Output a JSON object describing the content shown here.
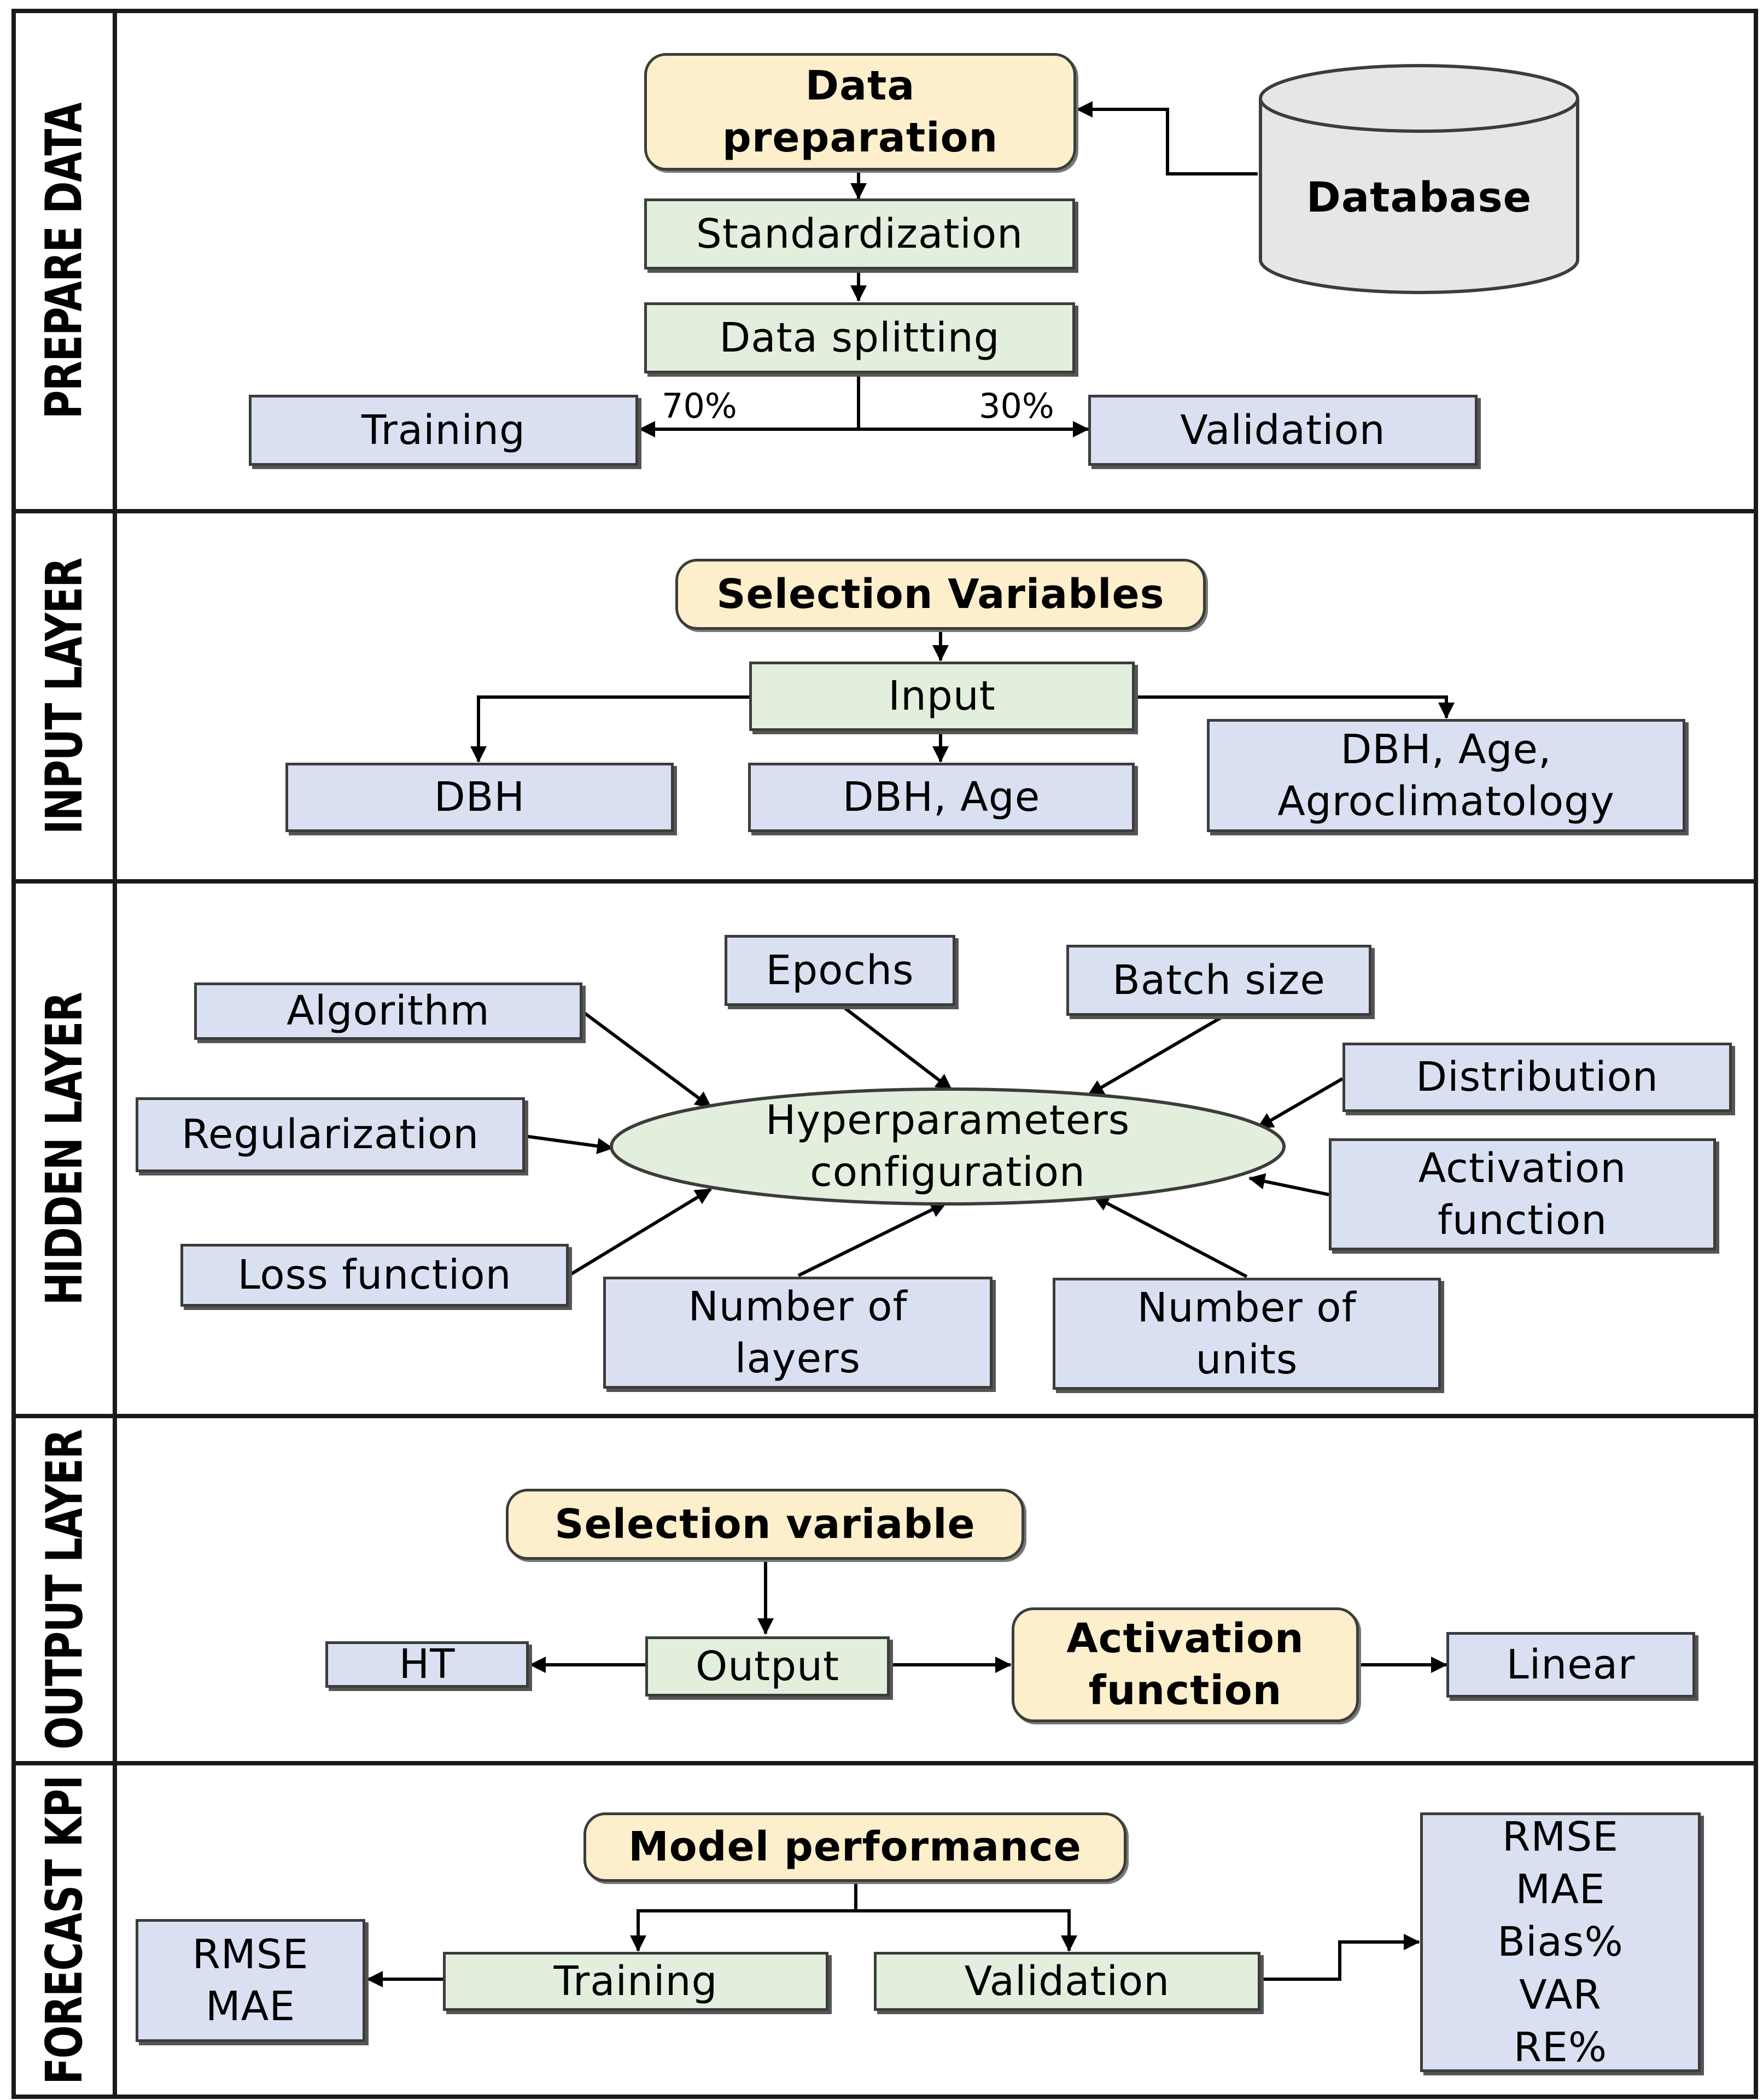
{
  "sections": {
    "prepare_data": "PREPARE DATA",
    "input_layer": "INPUT LAYER",
    "hidden_layer": "HIDDEN LAYER",
    "output_layer": "OUTPUT LAYER",
    "forecast_kpi": "FORECAST KPI"
  },
  "prepare": {
    "data_preparation": [
      "Data",
      "preparation"
    ],
    "database": "Database",
    "standardization": "Standardization",
    "data_splitting": "Data splitting",
    "training": "Training",
    "validation": "Validation",
    "train_pct": "70%",
    "val_pct": "30%"
  },
  "input": {
    "selection": "Selection Variables",
    "input": "Input",
    "opt1": "DBH",
    "opt2": "DBH, Age",
    "opt3": [
      "DBH, Age,",
      "Agroclimatology"
    ]
  },
  "hidden": {
    "center": [
      "Hyperparameters",
      "configuration"
    ],
    "algorithm": "Algorithm",
    "epochs": "Epochs",
    "batch_size": "Batch size",
    "distribution": "Distribution",
    "regularization": "Regularization",
    "activation": [
      "Activation",
      "function"
    ],
    "loss": "Loss function",
    "layers": [
      "Number of",
      "layers"
    ],
    "units": [
      "Number of",
      "units"
    ]
  },
  "output": {
    "selection": "Selection variable",
    "output": "Output",
    "ht": "HT",
    "activation": [
      "Activation",
      "function"
    ],
    "linear": "Linear"
  },
  "kpi": {
    "model_performance": "Model performance",
    "training": "Training",
    "validation": "Validation",
    "train_metrics": [
      "RMSE",
      "MAE"
    ],
    "val_metrics": [
      "RMSE",
      "MAE",
      "Bias%",
      "VAR",
      "RE%"
    ]
  }
}
